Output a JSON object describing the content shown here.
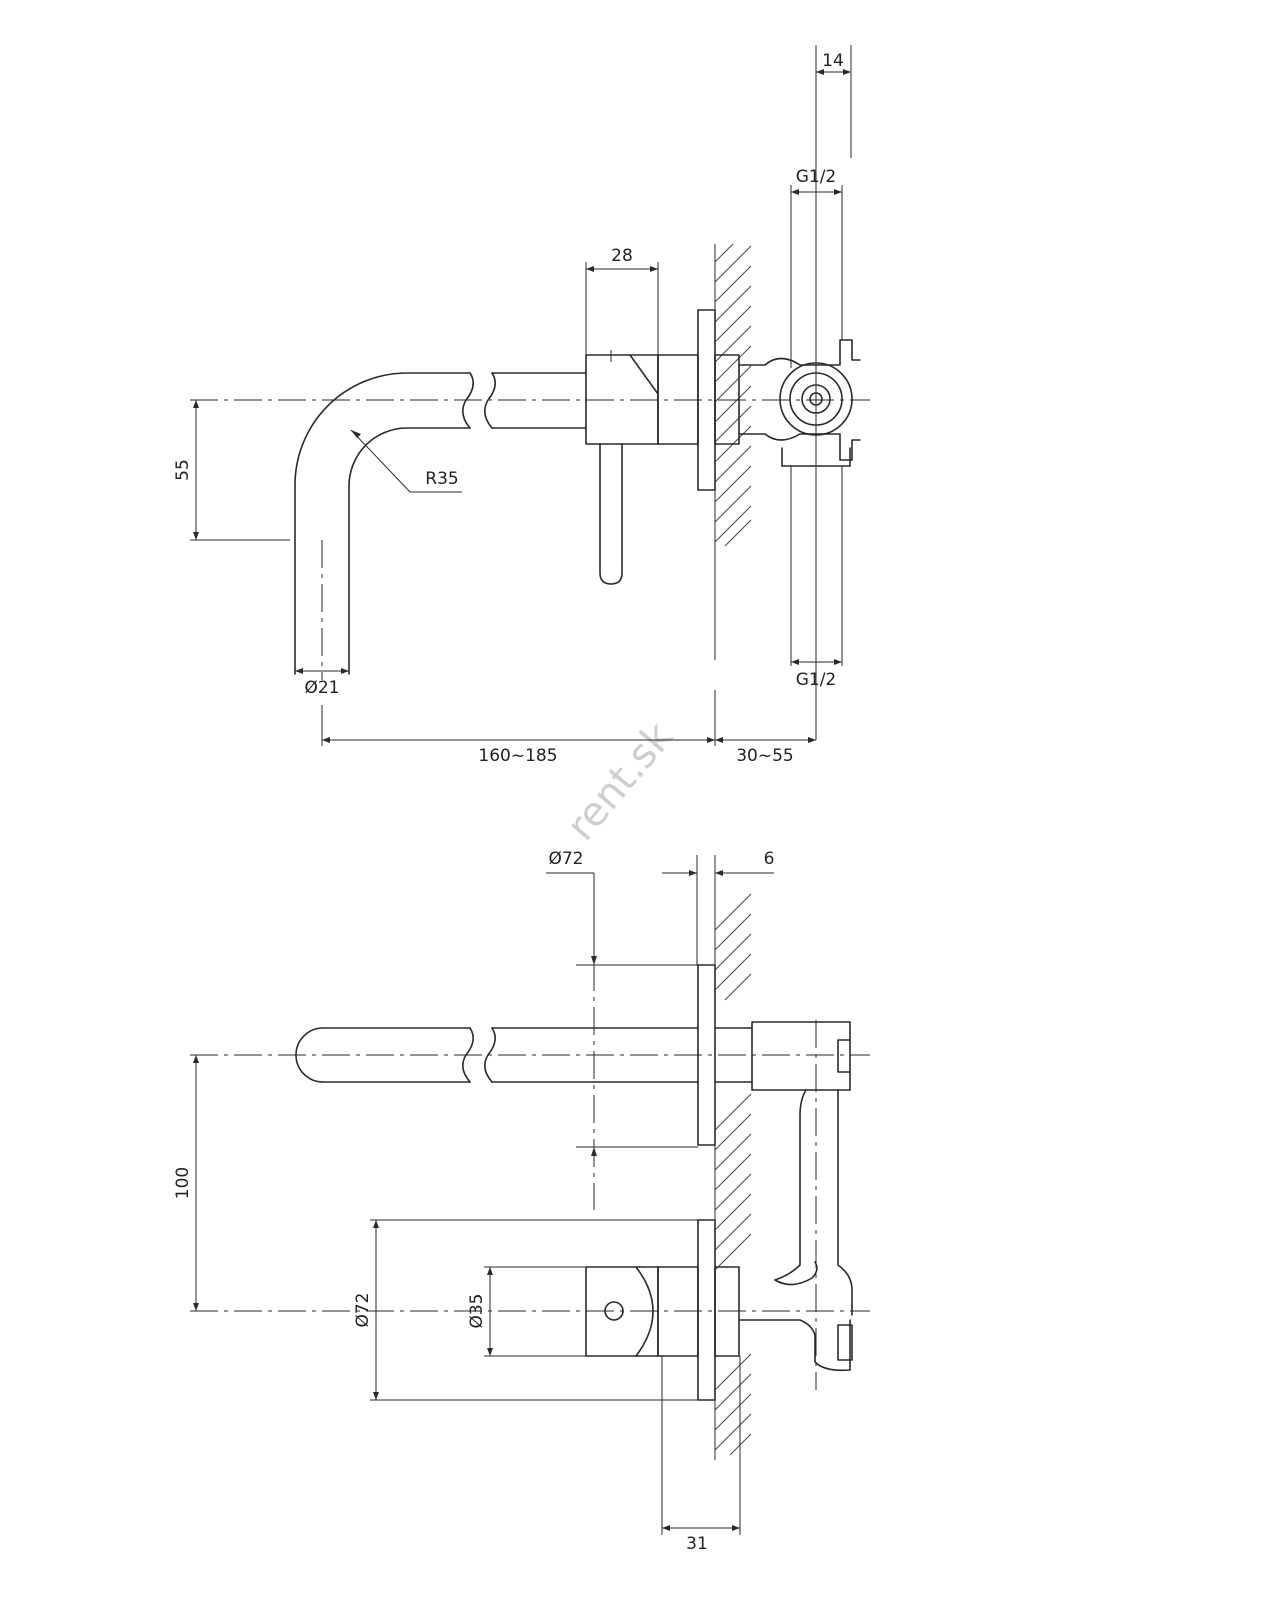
{
  "dimensions": {
    "top_14": "14",
    "g12_top": "G1/2",
    "d28": "28",
    "d55": "55",
    "r35": "R35",
    "d21": "Ø21",
    "g12_bottom": "G1/2",
    "d160_185": "160~185",
    "d30_55": "30~55",
    "d72_top": "Ø72",
    "d6": "6",
    "d100": "100",
    "d72_left": "Ø72",
    "d35": "Ø35",
    "d31": "31"
  },
  "watermark": "rent.sk"
}
